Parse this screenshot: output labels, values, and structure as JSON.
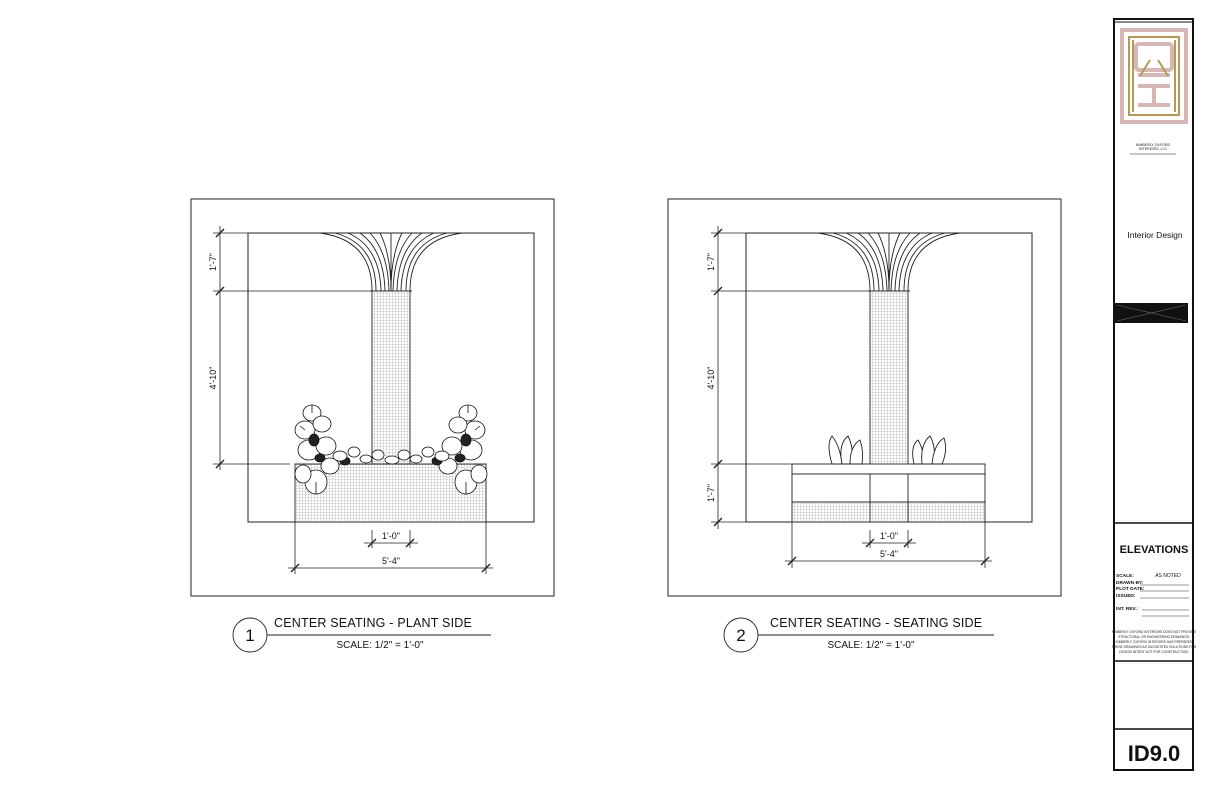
{
  "views": [
    {
      "number": "1",
      "title": "CENTER SEATING - PLANT SIDE",
      "scale": "SCALE: 1/2\" = 1'-0\"",
      "dims": {
        "top": "1'-7\"",
        "middle": "4'-10\"",
        "inner_width": "1'-0\"",
        "outer_width": "5'-4\""
      }
    },
    {
      "number": "2",
      "title": "CENTER SEATING - SEATING SIDE",
      "scale": "SCALE: 1/2\" = 1'-0\"",
      "dims": {
        "top": "1'-7\"",
        "middle": "4'-10\"",
        "bottom": "1'-7\"",
        "inner_width": "1'-0\"",
        "outer_width": "5'-4\""
      }
    }
  ],
  "title_block": {
    "company_line1": "KIMBERLY OXFORD",
    "company_line2": "INTERIORS, LLC",
    "discipline": "Interior Design",
    "sheet_title": "ELEVATIONS",
    "fields": {
      "scale_label": "SCALE:",
      "scale_value": "AS NOTED",
      "drawn_by_label": "DRAWN BY:",
      "plot_date_label": "PLOT DATE:",
      "issued_label": "ISSUED:",
      "int_rev_label": "INT. REV.:"
    },
    "disclaimer": [
      "KIMBERLY OXFORD INTERIORS DOES NOT PROVIDE",
      "STRUCTURAL OR ENGINEERING DRAWINGS.",
      "KIMBERLY OXFORD INTERIORS HAS PREPARED",
      "THESE DRAWINGS AS SUGGESTED SOLUTIONS FOR",
      "DESIGN INTENT NOT FOR CONSTRUCTION."
    ],
    "sheet_number": "ID9.0",
    "logo_letters": "OKI",
    "colors": {
      "logo_pink": "#d7b6b6",
      "logo_gold": "#b49a56"
    }
  }
}
